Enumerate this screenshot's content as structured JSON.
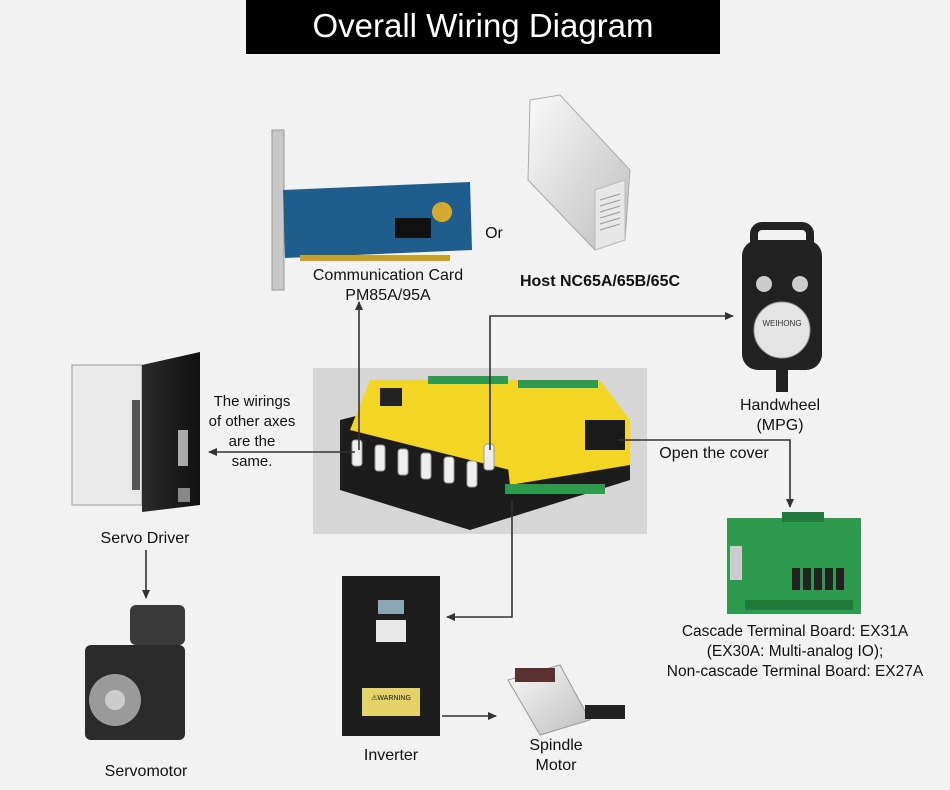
{
  "title": "Overall Wiring Diagram",
  "labels": {
    "comm_card_line1": "Communication Card",
    "comm_card_line2": "PM85A/95A",
    "or": "Or",
    "host": "Host NC65A/65B/65C",
    "handwheel_line1": "Handwheel",
    "handwheel_line2": "(MPG)",
    "other_axes_line1": "The wirings",
    "other_axes_line2": "of other axes",
    "other_axes_line3": "are the",
    "other_axes_line4": "same.",
    "open_cover": "Open the cover",
    "servo_driver": "Servo Driver",
    "servomotor": "Servomotor",
    "inverter": "Inverter",
    "spindle_line1": "Spindle",
    "spindle_line2": "Motor",
    "terminal_line1": "Cascade Terminal Board: EX31A",
    "terminal_line2": "(EX30A: Multi-analog IO);",
    "terminal_line3": "Non-cascade Terminal Board: EX27A"
  },
  "device_text": {
    "handwheel_brand": "WEIHONG",
    "inverter_warning": "⚠WARNING"
  },
  "colors": {
    "background": "#f2f2f2",
    "title_bg": "#000000",
    "controller_yellow": "#f3d524",
    "pcb_green": "#2e9a4e",
    "pcb_blue": "#1f5d8c",
    "wire": "#333333"
  }
}
